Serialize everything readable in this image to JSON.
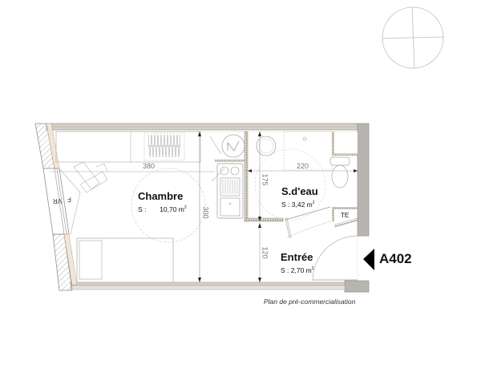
{
  "plan": {
    "unit_id": "A402",
    "caption": "Plan de pré-commercialisation",
    "rooms": [
      {
        "name": "Chambre",
        "area_label": "S :",
        "area_value": "10,70 m",
        "unit_sup": "2"
      },
      {
        "name": "S.d'eau",
        "area_label": "S :",
        "area_value": "3,42 m",
        "unit_sup": "2"
      },
      {
        "name": "Entrée",
        "area_label": "S :",
        "area_value": "2,70 m",
        "unit_sup": "2"
      }
    ],
    "dimensions": {
      "chambre_width": "380",
      "chambre_depth": "300",
      "sdeau_width": "220",
      "sdeau_depth": "175",
      "entree_depth": "120"
    },
    "labels": {
      "technical_closet": "TE",
      "window_f": "F",
      "window_vr": "VR"
    },
    "icons": {
      "compass": "north-compass-icon",
      "entry_arrow": "entry-arrow-icon"
    },
    "colors": {
      "wall": "#a9a49a",
      "wall_fill": "#c8c4bc",
      "insulation": "#f3e6d6",
      "line": "#9a9a9a",
      "text": "#111111"
    }
  }
}
